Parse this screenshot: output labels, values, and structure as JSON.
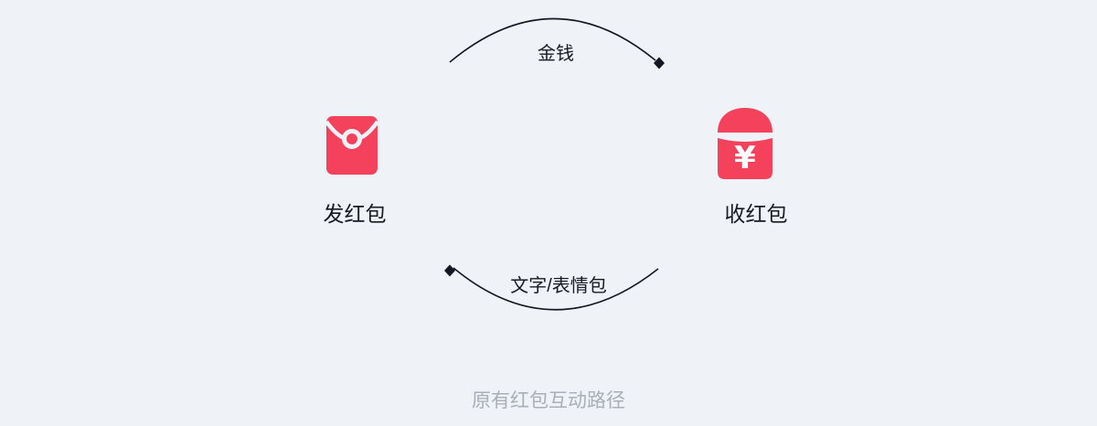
{
  "colors": {
    "background": "#EFF2F7",
    "envelope_red": "#F4425C",
    "line": "#121722",
    "label_text": "#151A23",
    "caption_text": "#A9AFB8"
  },
  "nodes": {
    "sender": {
      "label": "发红包",
      "icon": "red-envelope-send-icon"
    },
    "receiver": {
      "label": "收红包",
      "icon": "red-envelope-receive-icon",
      "currency_symbol": "¥"
    }
  },
  "edges": {
    "top": {
      "label": "金钱",
      "arrowhead": "diamond",
      "arrow_points": "right"
    },
    "bottom": {
      "label": "文字/表情包",
      "arrowhead": "diamond",
      "arrow_points": "left"
    }
  },
  "caption": "原有红包互动路径"
}
